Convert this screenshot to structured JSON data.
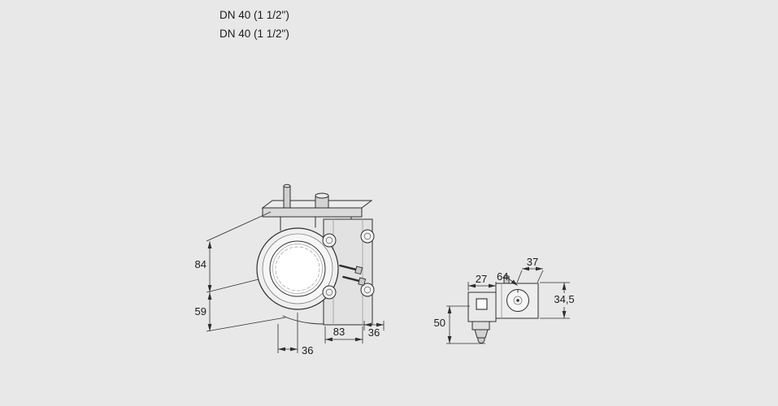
{
  "page": {
    "background": "#e8e8e8",
    "line_color": "#2e2e2e"
  },
  "header": {
    "line1": "DN 40 (1 1/2\")",
    "line2": "DN 40 (1 1/2\")"
  },
  "front_view": {
    "description": "valve-front-view",
    "dim_84": "84",
    "dim_59": "59",
    "dim_36_left": "36",
    "dim_83": "83",
    "dim_36_right": "36"
  },
  "side_view": {
    "description": "actuator-side-view",
    "dim_27": "27",
    "dim_64": "64",
    "dim_37": "37",
    "dim_34_5": "34,5",
    "dim_50": "50"
  }
}
